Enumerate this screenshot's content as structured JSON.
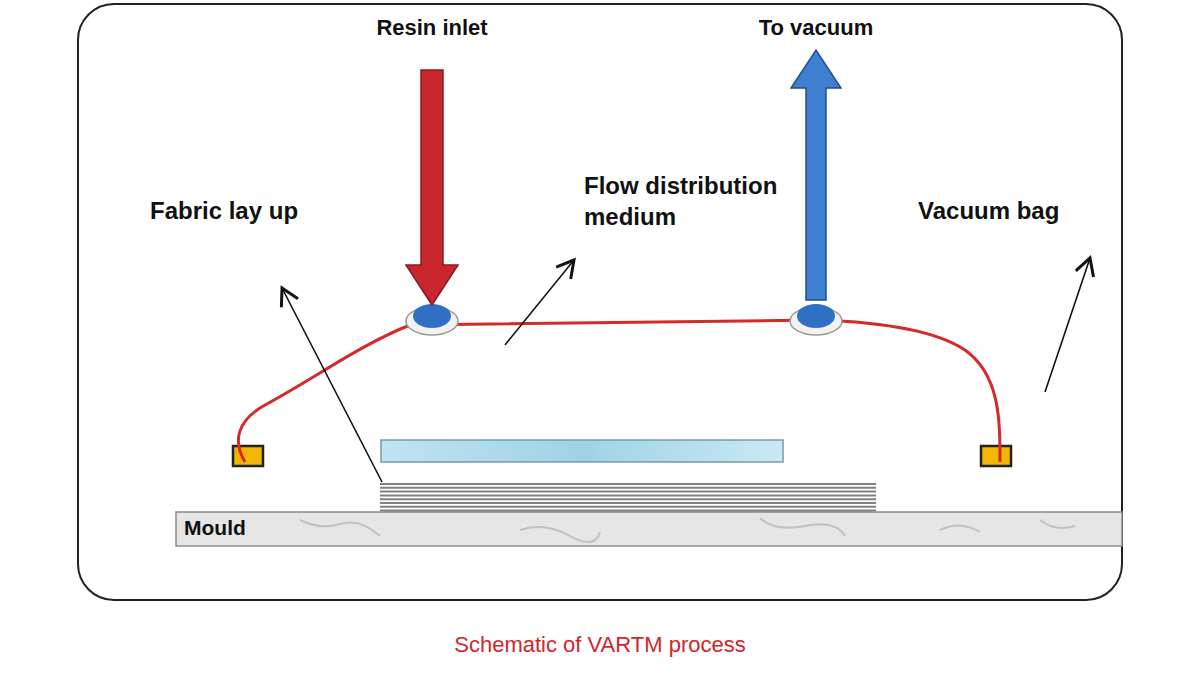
{
  "diagram": {
    "caption": "Schematic of VARTM process",
    "nodes": [
      {
        "text": [
          "Mould"
        ]
      }
    ],
    "labels": [
      "Resin inlet",
      "To vacuum",
      "Flow distribution medium",
      "Fabric lay up",
      "Vacuum bag"
    ]
  }
}
